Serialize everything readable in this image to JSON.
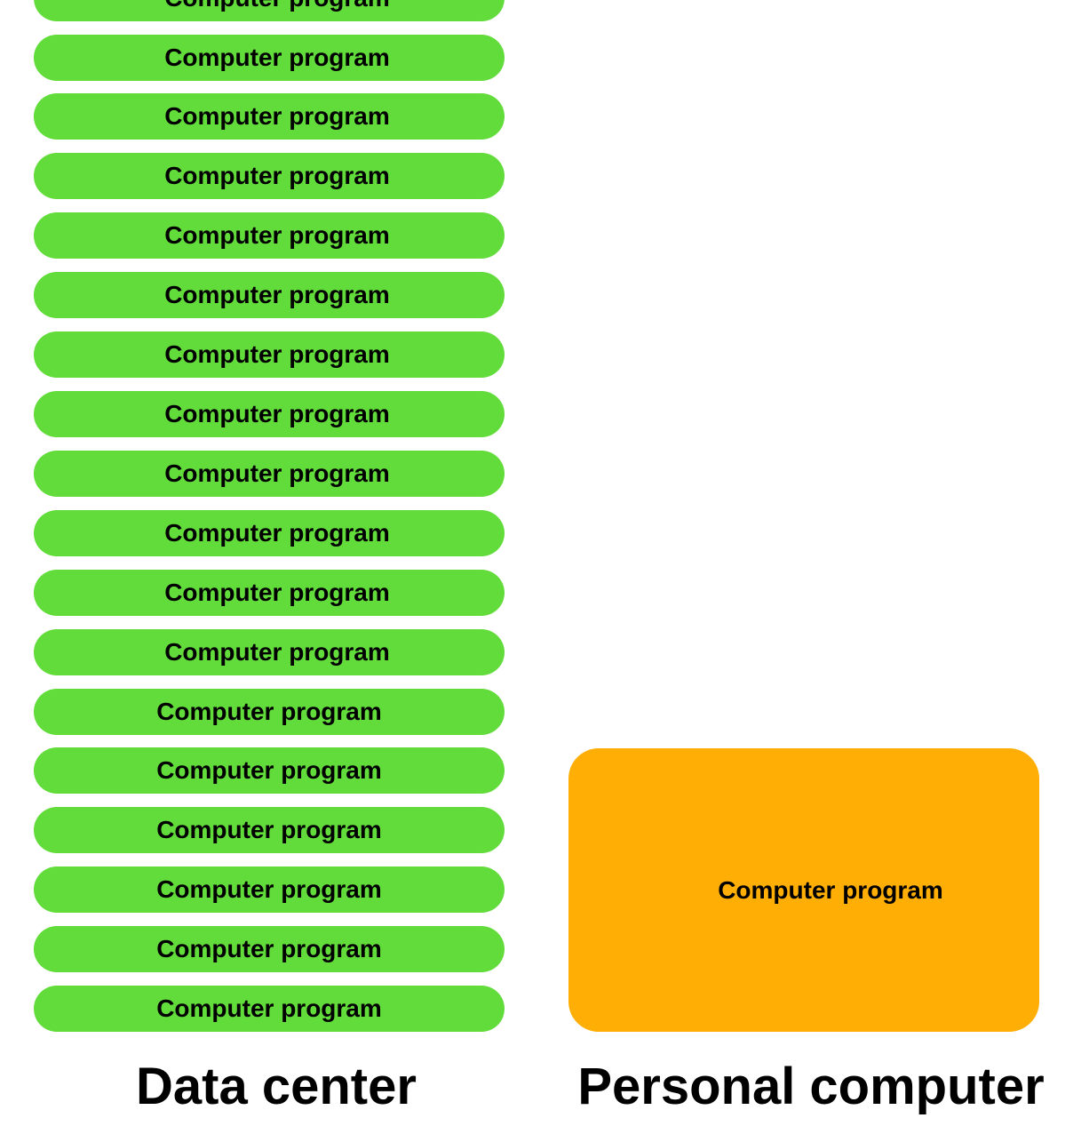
{
  "data_center": {
    "program_label": "Computer program",
    "program_count": 18,
    "caption": "Data center"
  },
  "personal_computer": {
    "program_label": "Computer program",
    "caption": "Personal computer"
  },
  "colors": {
    "program_pill": "#62dc3a",
    "personal_computer_box": "#ffae05",
    "text": "#000000",
    "background": "#ffffff"
  }
}
